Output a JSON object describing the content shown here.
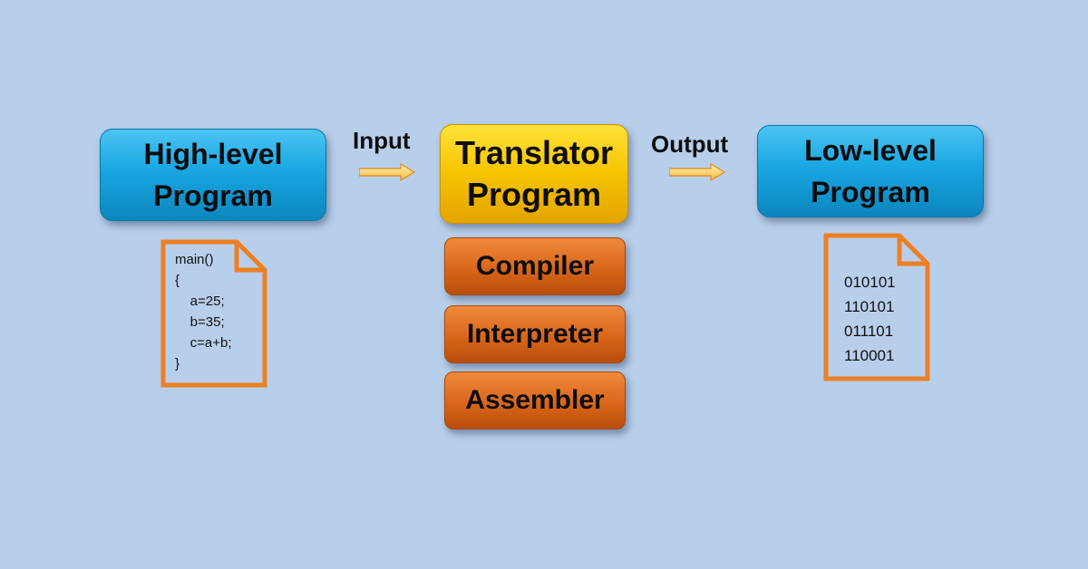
{
  "high_level": {
    "line1": "High-level",
    "line2": "Program"
  },
  "input_label": "Input",
  "translator": {
    "line1": "Translator",
    "line2": "Program"
  },
  "types": [
    "Compiler",
    "Interpreter",
    "Assembler"
  ],
  "output_label": "Output",
  "low_level": {
    "line1": "Low-level",
    "line2": "Program"
  },
  "source_code": [
    "main()",
    "{",
    "    a=25;",
    "    b=35;",
    "    c=a+b;",
    "}"
  ],
  "binary_code": [
    "010101",
    "110101",
    "011101",
    "110001"
  ],
  "colors": {
    "background": "#b8cfeb",
    "program_box": "#19a6e2",
    "translator_box": "#f6c300",
    "type_box": "#d96619",
    "document_outline": "#ee7f22",
    "arrow": "#f2b740"
  },
  "icons": [
    "document-icon",
    "right-arrow-icon"
  ]
}
